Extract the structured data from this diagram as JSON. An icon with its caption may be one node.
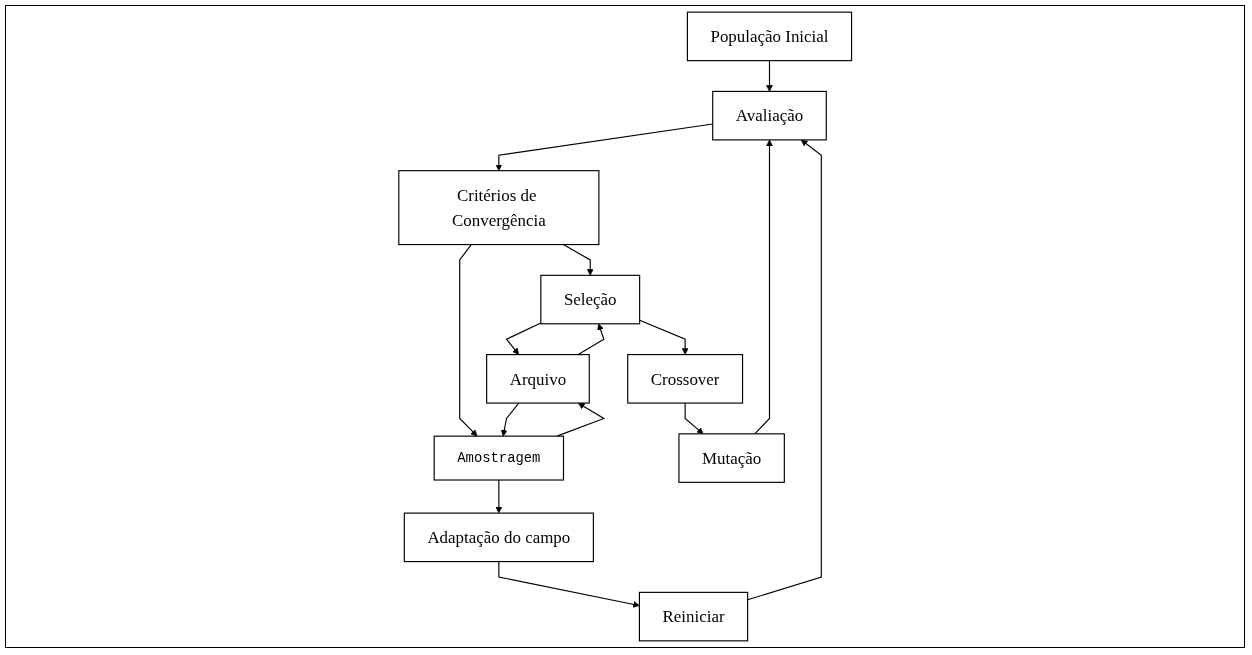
{
  "diagram": {
    "nodes": [
      {
        "text": [
          "População Inicial"
        ]
      },
      {
        "text": [
          "Avaliação"
        ]
      },
      {
        "text": [
          "Critérios de Convergência"
        ]
      },
      {
        "text": [
          "Seleção"
        ]
      },
      {
        "text": [
          "Arquivo"
        ]
      },
      {
        "text": [
          "Amostragem"
        ]
      },
      {
        "text": [
          "Crossover"
        ]
      },
      {
        "text": [
          "Adaptação do campo"
        ]
      },
      {
        "text": [
          "Mutação"
        ]
      },
      {
        "text": [
          "Reiniciar"
        ]
      }
    ],
    "edges": [
      {
        "from": 0,
        "to": 1,
        "arrow": "to"
      },
      {
        "from": 1,
        "to": 2,
        "arrow": "to"
      },
      {
        "from": 2,
        "to": 3,
        "arrow": "to"
      },
      {
        "from": 2,
        "to": 5,
        "arrow": "to"
      },
      {
        "from": 3,
        "to": 4,
        "arrow": "to"
      },
      {
        "from": 4,
        "to": 3,
        "arrow": "to"
      },
      {
        "from": 5,
        "to": 4,
        "arrow": "to"
      },
      {
        "from": 4,
        "to": 5,
        "arrow": "to"
      },
      {
        "from": 3,
        "to": 6,
        "arrow": "to"
      },
      {
        "from": 5,
        "to": 7,
        "arrow": "to"
      },
      {
        "from": 6,
        "to": 8,
        "arrow": "to"
      },
      {
        "from": 7,
        "to": 9,
        "arrow": "to"
      },
      {
        "from": 8,
        "to": 1,
        "arrow": "to"
      },
      {
        "from": 9,
        "to": 1,
        "arrow": "to"
      }
    ]
  }
}
